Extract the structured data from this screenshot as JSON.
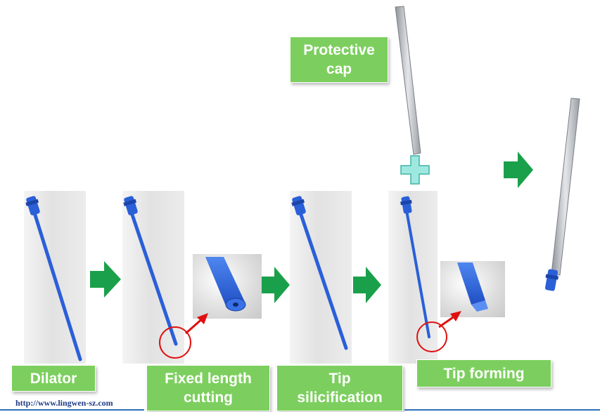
{
  "labels": {
    "dilator": "Dilator",
    "fixed_length_cutting": "Fixed length cutting",
    "tip_silicification": "Tip silicification",
    "tip_forming": "Tip forming",
    "protective_cap": "Protective cap"
  },
  "footer": {
    "url": "http://www.lingwen-sz.com"
  },
  "colors": {
    "label_green": "#7ccf5e",
    "arrow_green": "#1aa04a",
    "dilator_blue": "#2a5fd8",
    "cap_gray": "#b8bcc2",
    "highlight_red": "#e01010",
    "plus_cyan": "#9fe8e0"
  },
  "icons": [
    "process-arrow-icon",
    "plus-icon",
    "zoom-pointer-arrow-icon"
  ]
}
